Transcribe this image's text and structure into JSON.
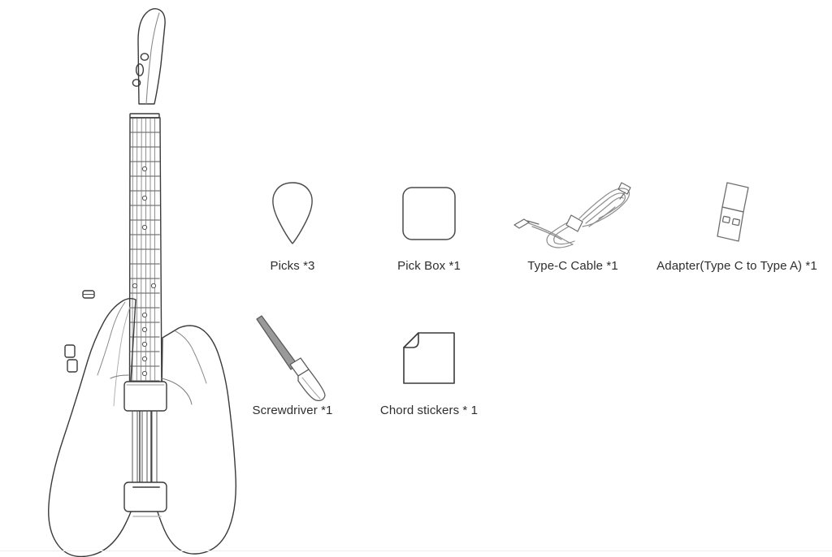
{
  "page": {
    "background_color": "#ffffff",
    "line_color": "#3a3a3a",
    "text_color": "#2e2e2e",
    "divider_color": "#ededed"
  },
  "product": {
    "name": "electric-guitar",
    "art_label": "electric guitar line drawing"
  },
  "accessories": [
    {
      "id": "picks",
      "icon": "guitar-pick-icon",
      "label": "Picks *3",
      "item": "Picks",
      "quantity": 3
    },
    {
      "id": "pick-box",
      "icon": "pick-box-icon",
      "label": "Pick Box *1",
      "item": "Pick Box",
      "quantity": 1
    },
    {
      "id": "type-c-cable",
      "icon": "usb-cable-icon",
      "label": "Type-C Cable *1",
      "item": "Type-C Cable",
      "quantity": 1
    },
    {
      "id": "adapter",
      "icon": "usb-adapter-icon",
      "label": "Adapter(Type C to Type A) *1",
      "item": "Adapter(Type C to Type A)",
      "quantity": 1
    },
    {
      "id": "screwdriver",
      "icon": "screwdriver-icon",
      "label": "Screwdriver *1",
      "item": "Screwdriver",
      "quantity": 1
    },
    {
      "id": "chord-stickers",
      "icon": "sticker-sheet-icon",
      "label": "Chord stickers * 1",
      "item": "Chord stickers",
      "quantity": 1
    }
  ]
}
